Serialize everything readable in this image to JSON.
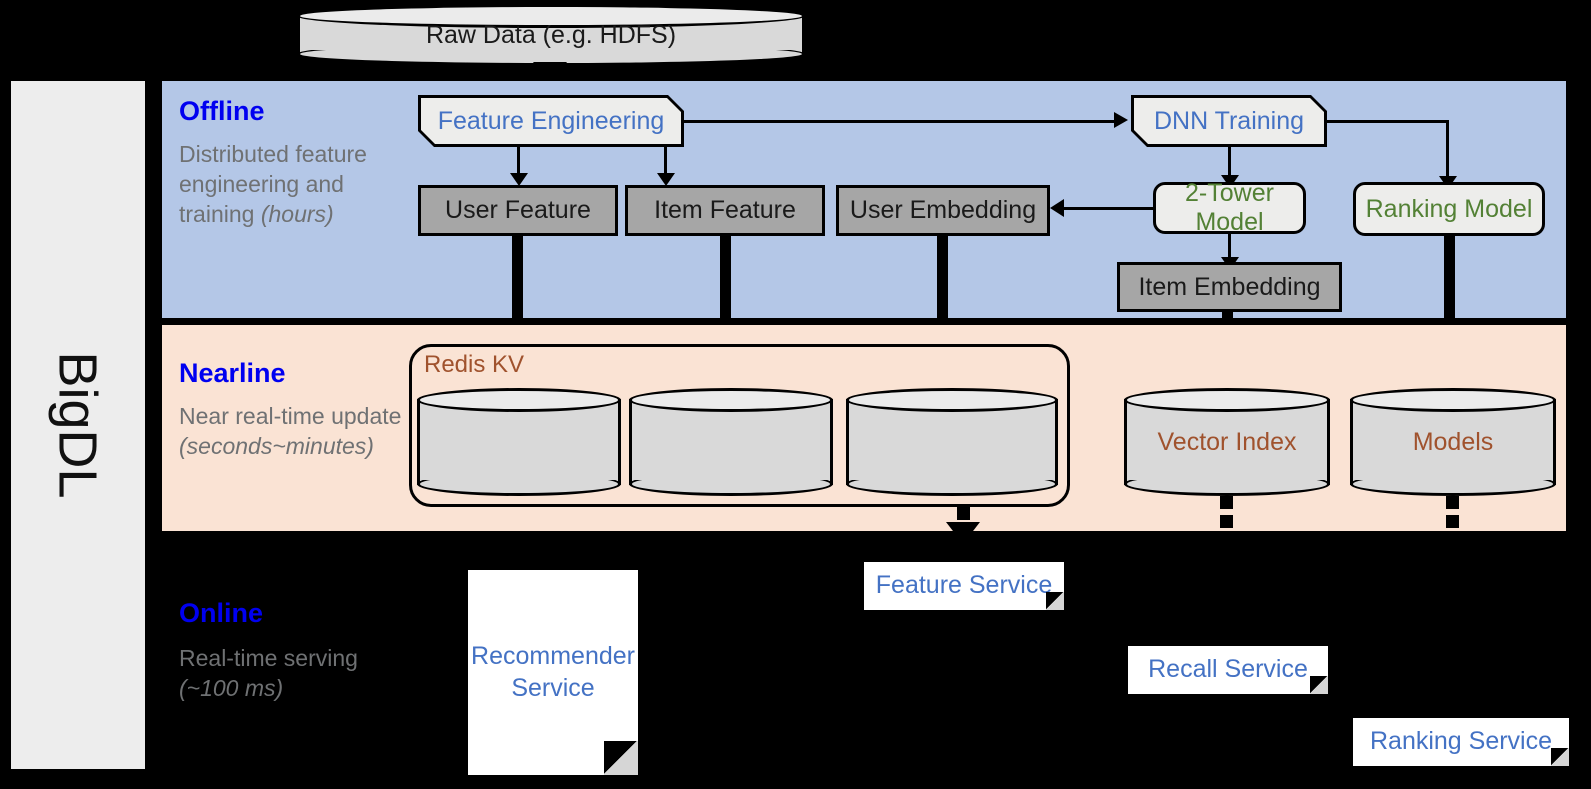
{
  "framework": {
    "name": "BigDL"
  },
  "source": {
    "label": "Raw Data (e.g. HDFS)"
  },
  "bands": [
    {
      "id": "offline",
      "title": "Offline",
      "subtitle_plain": "Distributed feature engineering and training ",
      "subtitle_italic": "(hours)"
    },
    {
      "id": "nearline",
      "title": "Nearline",
      "subtitle_plain": "Near real-time update ",
      "subtitle_italic": "(seconds~minutes)"
    },
    {
      "id": "online",
      "title": "Online",
      "subtitle_plain": "Real-time serving ",
      "subtitle_italic": "(~100 ms)"
    }
  ],
  "offline": {
    "feature_engineering": "Feature Engineering",
    "dnn_training": "DNN Training",
    "user_feature": "User Feature",
    "item_feature": "Item Feature",
    "user_embedding": "User Embedding",
    "two_tower_model": "2-Tower Model",
    "ranking_model": "Ranking Model",
    "item_embedding": "Item Embedding"
  },
  "nearline": {
    "redis_kv": "Redis KV",
    "store_1": "",
    "store_2": "",
    "store_3": "",
    "vector_index": "Vector Index",
    "models": "Models"
  },
  "online": {
    "recommender_service": "Recommender Service",
    "feature_service": "Feature Service",
    "recall_service": "Recall Service",
    "ranking_service": "Ranking Service"
  },
  "colors": {
    "offline_band": "#b4c7e7",
    "nearline_band": "#fae3d4",
    "online_band": "#000000",
    "band_title": "#0000f0",
    "band_subtitle": "#6f7173",
    "process_text": "#4472c4",
    "model_text": "#538135",
    "store_text": "#a0522d",
    "data_box_fill": "#a6a6a6",
    "process_fill": "#ededeb",
    "cylinder_fill": "#d9d9d9",
    "rail_fill": "#ededed"
  }
}
